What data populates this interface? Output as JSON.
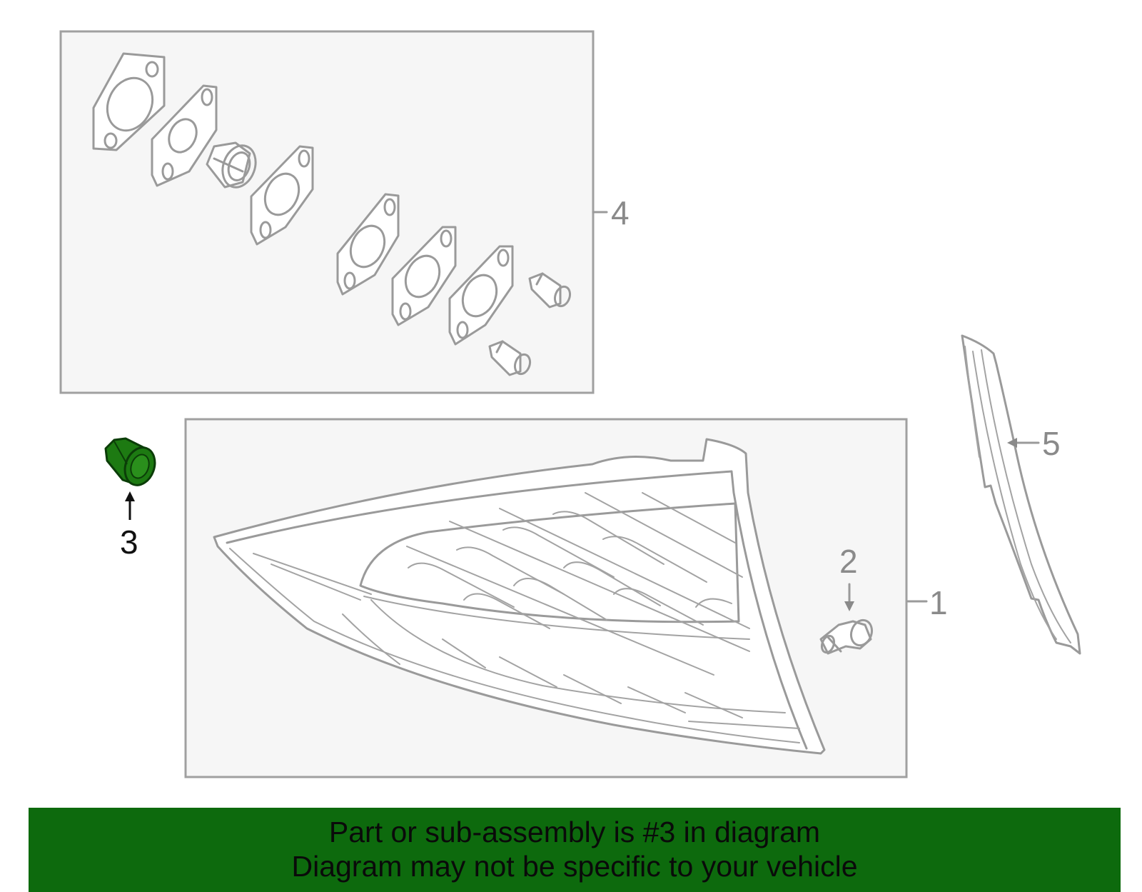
{
  "callouts": {
    "one": "1",
    "two": "2",
    "three": "3",
    "four": "4",
    "five": "5"
  },
  "highlight_color": "#1d7a12",
  "banner": {
    "line1": "Part or sub-assembly is #3 in diagram",
    "line2": "Diagram may not be specific to your vehicle",
    "background": "#0d6a0d"
  }
}
